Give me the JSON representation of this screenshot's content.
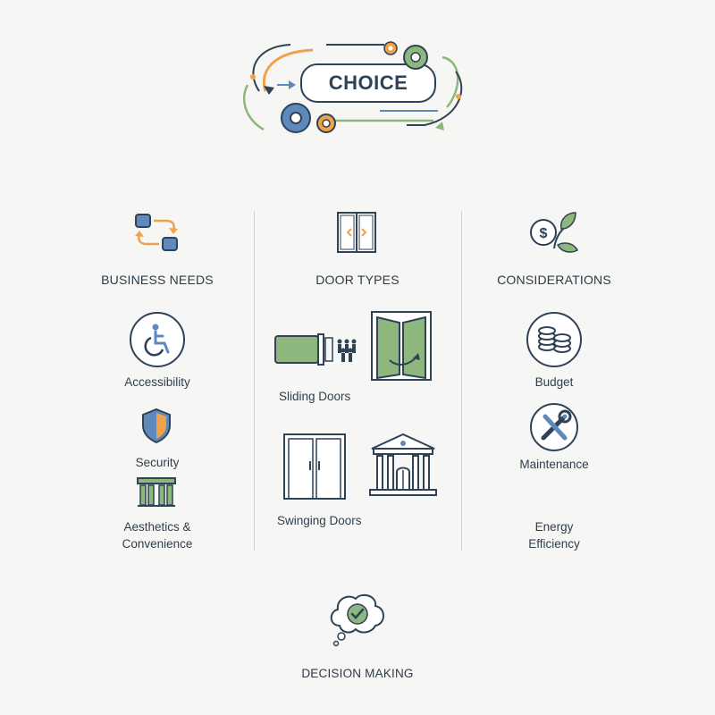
{
  "header": {
    "title": "CHOICE"
  },
  "columns": {
    "business": {
      "heading": "BUSINESS NEEDS",
      "items": [
        "Accessibility",
        "Security",
        "Aesthetics &\nConvenience"
      ]
    },
    "doors": {
      "heading": "DOOR TYPES",
      "items": [
        "Sliding Doors",
        "Swinging Doors"
      ]
    },
    "considerations": {
      "heading": "CONSIDERATIONS",
      "items": [
        "Budget",
        "Maintenance",
        "Energy\nEfficiency"
      ]
    }
  },
  "footer": {
    "label": "DECISION MAKING"
  },
  "colors": {
    "navy": "#2f4256",
    "blue": "#5f88bd",
    "orange": "#f0a14a",
    "green": "#8db77d",
    "divider": "#cfd3d6"
  }
}
